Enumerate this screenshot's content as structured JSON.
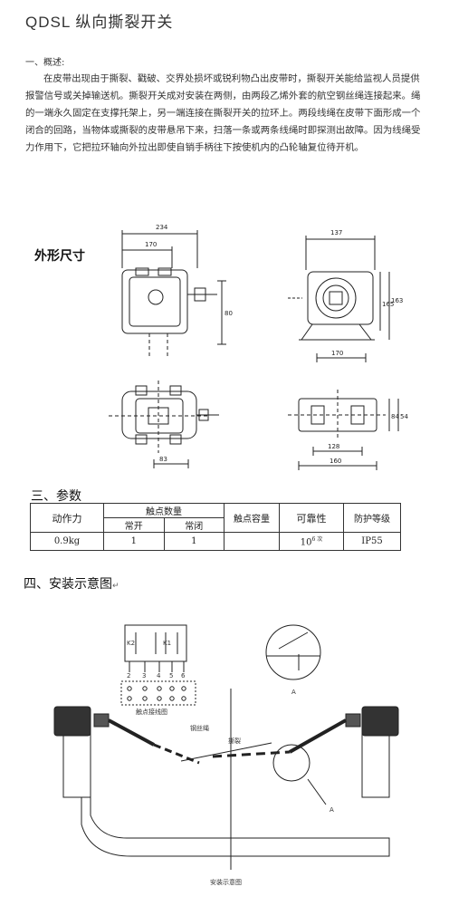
{
  "title": "QDSL 纵向撕裂开关",
  "overview": {
    "heading": "一、概述:",
    "body": "在皮带出现由于撕裂、戳破、交界处损坏或锐利物凸出皮带时，撕裂开关能给监视人员提供报警信号或关掉输送机。撕裂开关成对安装在两侧，由两段乙烯外套的航空钢丝绳连接起来。绳的一端永久固定在支撑托架上，另一端连接在撕裂开关的拉环上。两段线绳在皮带下面形成一个闭合的回路，当物体或撕裂的皮带悬吊下来，扫落一条或两条线绳时即探测出故障。因为线绳受力作用下，它把拉环轴向外拉出即使自销手柄往下按使机内的凸轮轴复位待开机。"
  },
  "dimensions": {
    "heading": "外形尺寸",
    "labels": [
      "234",
      "170",
      "80",
      "137",
      "165",
      "163",
      "170",
      "83",
      "84",
      "54",
      "128",
      "160"
    ]
  },
  "params": {
    "heading": "三、参数",
    "headers": {
      "action_force": "动作力",
      "contact_count": "触点数量",
      "normally_open": "常开",
      "normally_closed": "常闭",
      "contact_capacity": "触点容量",
      "reliability": "可靠性",
      "protection": "防护等级"
    },
    "row": {
      "action_force": "0.9kg",
      "normally_open": "1",
      "normally_closed": "1",
      "contact_capacity": "",
      "reliability_base": "10",
      "reliability_exp": "6 次",
      "protection": "IP55"
    }
  },
  "install": {
    "heading": "四、安装示意图",
    "return_mark": "↵",
    "wiring_caption": "触点接线图",
    "terminals": [
      "2",
      "3",
      "4",
      "5",
      "6"
    ],
    "k_labels": [
      "K2",
      "K1"
    ],
    "rope_label": "钢丝绳",
    "belt_label": "撕裂",
    "callout_a": "A",
    "caption": "安装示意图"
  }
}
